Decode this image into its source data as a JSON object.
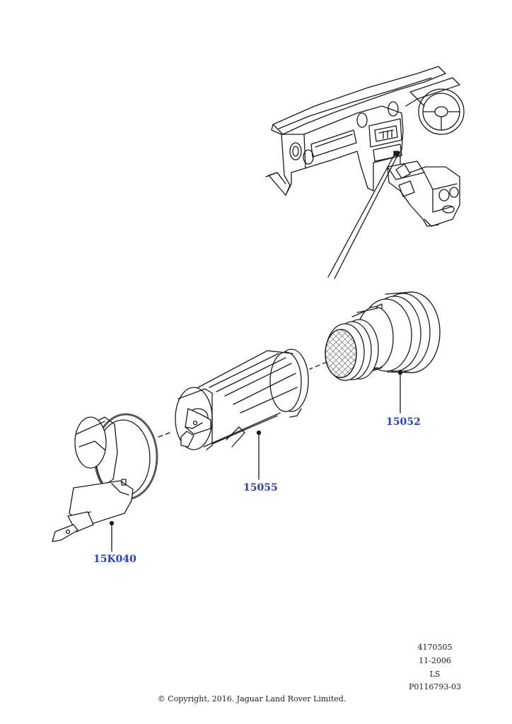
{
  "parts": [
    {
      "number": "15052",
      "callout_color": "#1f3fd0"
    },
    {
      "number": "15055",
      "callout_color": "#1f3fd0"
    },
    {
      "number": "15K040",
      "callout_color": "#1f3fd0"
    }
  ],
  "drawing_info": {
    "code": "4170505",
    "date": "11-2006",
    "region": "LS",
    "illustration_id": "P0116793-03"
  },
  "copyright": "© Copyright, 2016. Jaguar Land Rover Limited.",
  "icons": {
    "dashboard": "vehicle-dashboard-icon",
    "socket_body": "power-socket-body-icon",
    "socket_cap": "power-socket-cap-icon",
    "harness": "socket-harness-illumination-ring-icon"
  }
}
